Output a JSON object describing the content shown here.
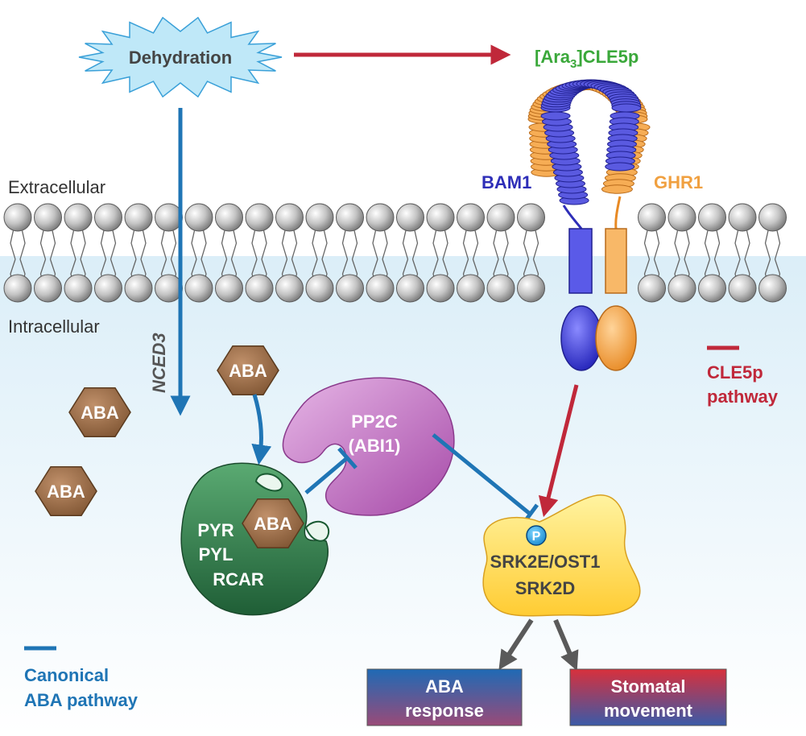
{
  "stimulus": {
    "label": "Dehydration"
  },
  "regions": {
    "extracellular": "Extracellular",
    "intracellular": "Intracellular"
  },
  "peptide": {
    "label_prefix": "[Ara",
    "label_subscript": "3",
    "label_suffix": "]CLE5p"
  },
  "receptors": {
    "bam1": "BAM1",
    "ghr1": "GHR1"
  },
  "enzyme_gene": "NCED3",
  "aba_label": "ABA",
  "pp2c": {
    "line1": "PP2C",
    "line2": "(ABI1)"
  },
  "pyr": {
    "line1": "PYR",
    "line2": "PYL",
    "line3": "RCAR"
  },
  "kinase": {
    "line1": "SRK2E/OST1",
    "line2": "SRK2D",
    "phospho": "P"
  },
  "legend": {
    "cle5p_line1": "CLE5p",
    "cle5p_line2": "pathway",
    "canonical_line1": "Canonical",
    "canonical_line2": "ABA pathway"
  },
  "outputs": {
    "aba_response_line1": "ABA",
    "aba_response_line2": "response",
    "stomatal_line1": "Stomatal",
    "stomatal_line2": "movement"
  },
  "colors": {
    "canonical_blue": "#1f75b5",
    "cle5p_red": "#c0283a",
    "bam1_blue": "#3a3ad0",
    "ghr1_orange": "#f0a040",
    "peptide_green": "#3aa83a",
    "pyr_green": "#2e7a4c",
    "pp2c_purple": "#b45ab4",
    "kinase_yellow": "#ffd23c",
    "aba_brown": "#9a6a42"
  }
}
